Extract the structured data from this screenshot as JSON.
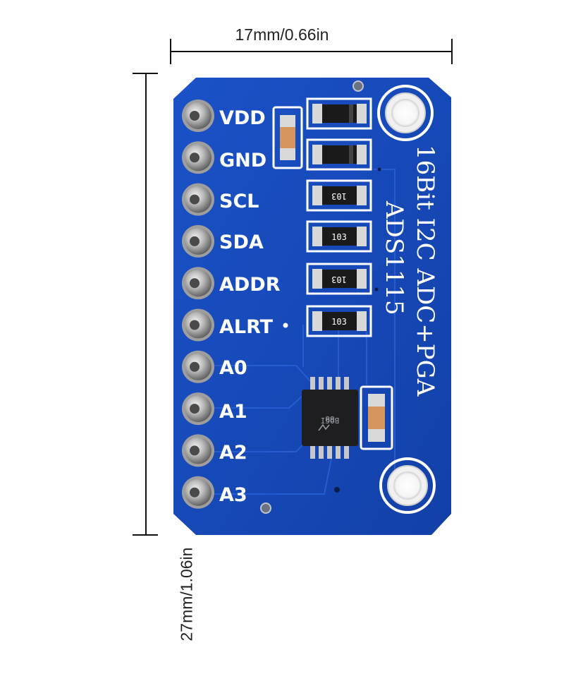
{
  "dimensions": {
    "width_label": "17mm/0.66in",
    "height_label": "27mm/1.06in"
  },
  "board": {
    "color": "#1648b8",
    "silkscreen_title_line1": "16Bit I2C ADC+PGA",
    "silkscreen_title_line2": "ADS1115",
    "pins": [
      {
        "label": "VDD"
      },
      {
        "label": "GND"
      },
      {
        "label": "SCL"
      },
      {
        "label": "SDA"
      },
      {
        "label": "ADDR"
      },
      {
        "label": "ALRT"
      },
      {
        "label": "A0"
      },
      {
        "label": "A1"
      },
      {
        "label": "A2"
      },
      {
        "label": "A3"
      }
    ],
    "resistors": [
      {
        "code": "103"
      },
      {
        "code": "103"
      },
      {
        "code": "103"
      },
      {
        "code": "103"
      }
    ],
    "chip_marking": [
      "88",
      "BOGI"
    ]
  }
}
